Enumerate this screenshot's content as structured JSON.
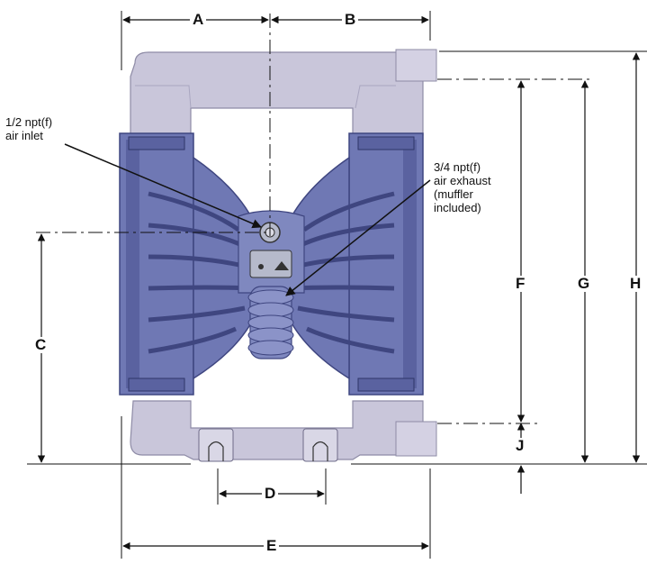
{
  "dimensions": {
    "a": "A",
    "b": "B",
    "c": "C",
    "d": "D",
    "e": "E",
    "f": "F",
    "g": "G",
    "h": "H",
    "j": "J"
  },
  "callouts": {
    "air_inlet": {
      "line1": "1/2 npt(f)",
      "line2": "air inlet"
    },
    "air_exhaust": {
      "line1": "3/4 npt(f)",
      "line2": "air exhaust",
      "line3": "(muffler",
      "line4": "included)"
    }
  },
  "colors": {
    "manifold": "#c9c6da",
    "manifold_shade": "#a9a6c0",
    "body": "#6f78b4",
    "body_dark": "#3f4680",
    "body_light": "#9aa1d2",
    "center": "#b6bacb",
    "line": "#111111"
  }
}
